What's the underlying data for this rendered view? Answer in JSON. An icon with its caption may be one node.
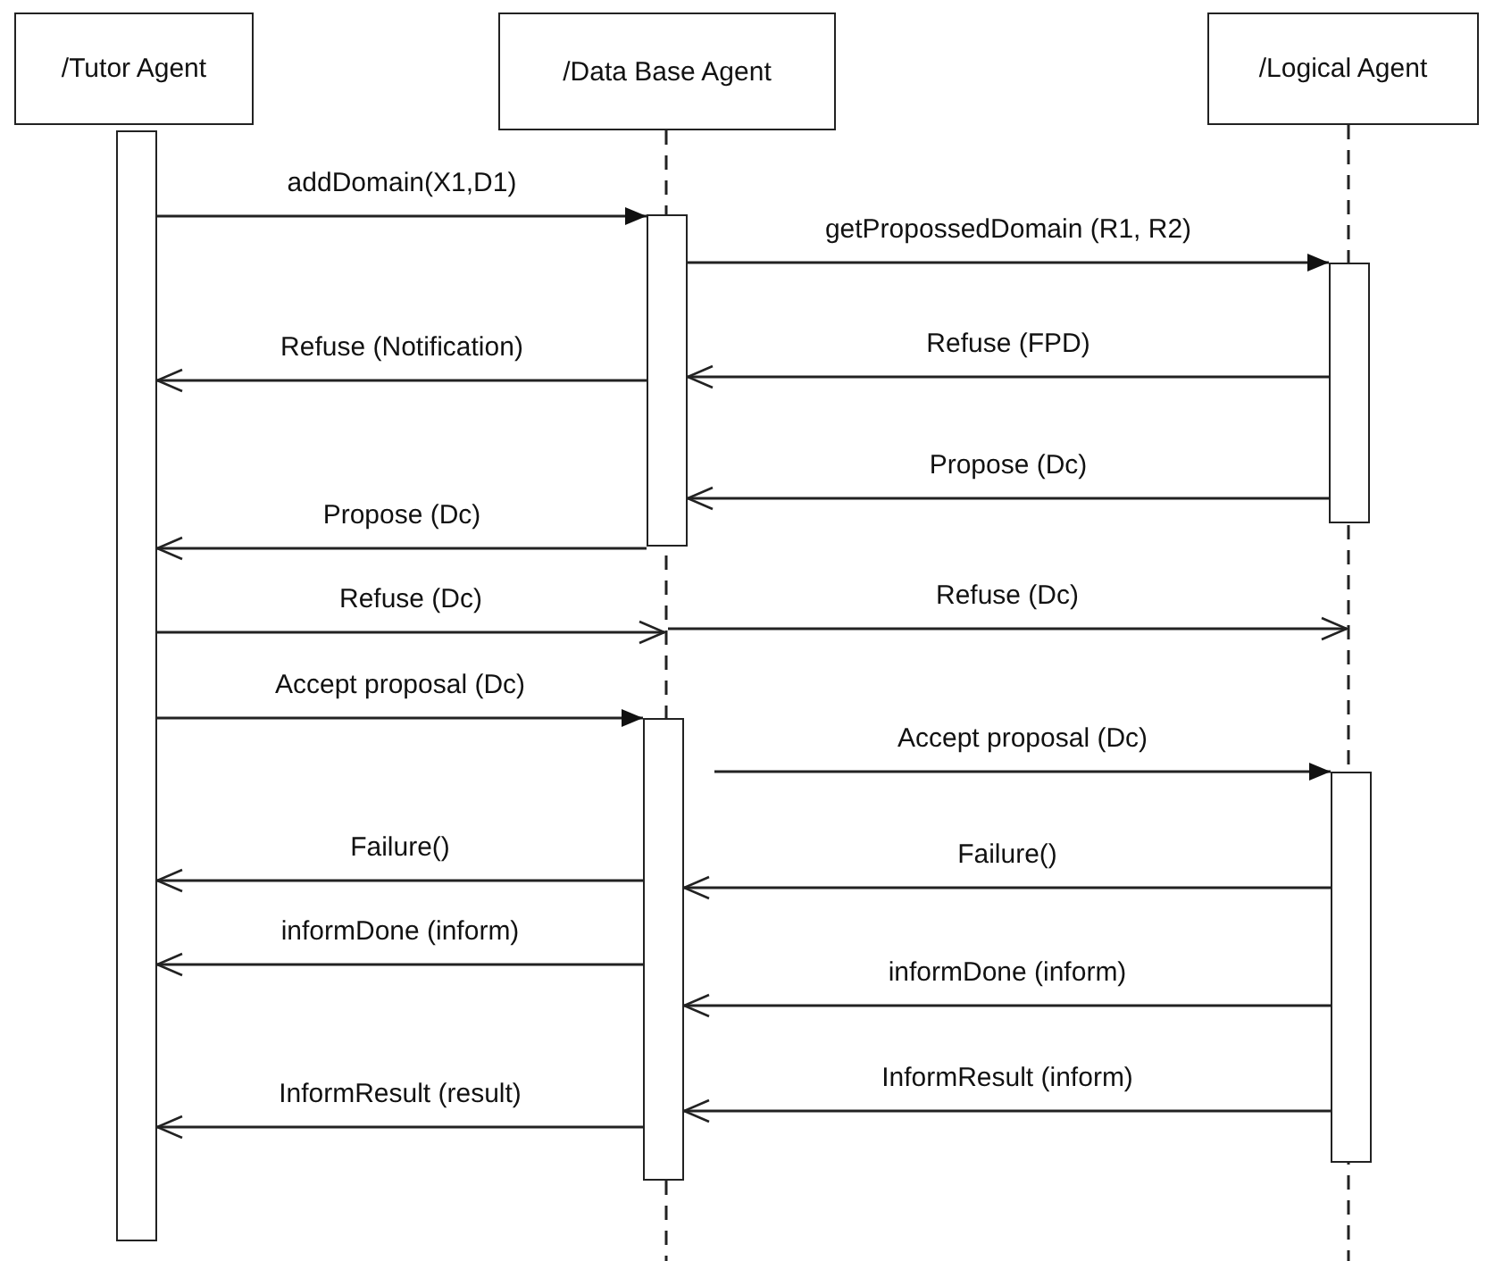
{
  "diagram": {
    "nodes": [
      {
        "text": [
          "/Tutor Agent"
        ]
      },
      {
        "text": [
          "/Data Base Agent"
        ]
      },
      {
        "text": [
          "/Logical Agent"
        ]
      },
      {
        "text": [],
        "shape": "bar"
      },
      {
        "text": [],
        "shape": "line"
      },
      {
        "text": [],
        "shape": "line"
      },
      {
        "text": [],
        "shape": "bar"
      },
      {
        "text": [],
        "shape": "bar"
      },
      {
        "text": [],
        "shape": "bar"
      },
      {
        "text": [],
        "shape": "bar"
      }
    ],
    "edges": [
      {
        "from": 3,
        "to": 6,
        "arrow": "to",
        "label": "addDomain(X1,D1)"
      },
      {
        "from": 6,
        "to": 7,
        "arrow": "to",
        "label": "getPropossedDomain (R1, R2)"
      },
      {
        "from": 6,
        "to": 3,
        "arrow": "to",
        "label": "Refuse (Notification)"
      },
      {
        "from": 7,
        "to": 6,
        "arrow": "to",
        "label": "Refuse (FPD)"
      },
      {
        "from": 7,
        "to": 6,
        "arrow": "to",
        "label": "Propose (Dc)"
      },
      {
        "from": 6,
        "to": 3,
        "arrow": "to",
        "label": "Propose (Dc)"
      },
      {
        "from": 3,
        "to": 4,
        "arrow": "to",
        "label": "Refuse (Dc)"
      },
      {
        "from": 4,
        "to": 5,
        "arrow": "to",
        "label": "Refuse (Dc)"
      },
      {
        "from": 3,
        "to": 8,
        "arrow": "to",
        "label": "Accept proposal (Dc)"
      },
      {
        "from": 8,
        "to": 9,
        "arrow": "to",
        "label": "Accept proposal (Dc)"
      },
      {
        "from": 8,
        "to": 3,
        "arrow": "to",
        "label": "Failure()"
      },
      {
        "from": 9,
        "to": 8,
        "arrow": "to",
        "label": "Failure()"
      },
      {
        "from": 8,
        "to": 3,
        "arrow": "to",
        "label": "informDone (inform)"
      },
      {
        "from": 9,
        "to": 8,
        "arrow": "to",
        "label": "informDone (inform)"
      },
      {
        "from": 8,
        "to": 3,
        "arrow": "to",
        "label": "InformResult (result)"
      },
      {
        "from": 9,
        "to": 8,
        "arrow": "to",
        "label": "InformResult (inform)"
      }
    ]
  }
}
